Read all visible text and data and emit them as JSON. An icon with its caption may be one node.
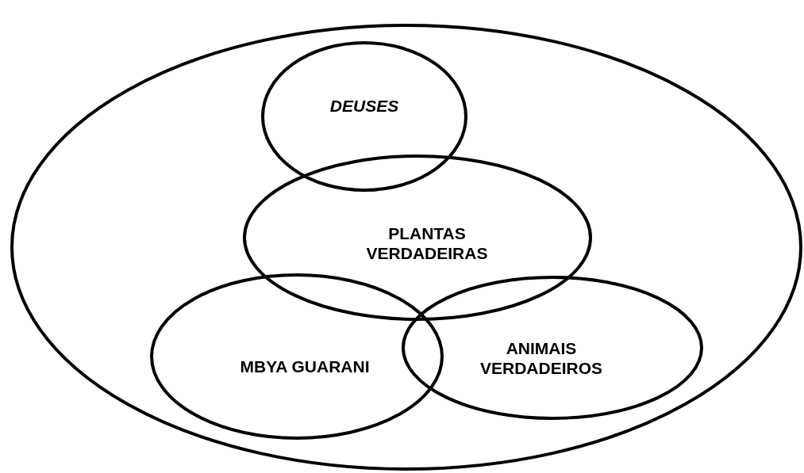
{
  "diagram": {
    "nodes": [
      {
        "text": [],
        "shape": "ellipse"
      },
      {
        "text": [
          "DEUSES"
        ],
        "in": 0
      },
      {
        "text": [
          "PLANTAS VERDADEIRAS"
        ],
        "in": 0
      },
      {
        "text": [
          "MBYA GUARANI"
        ],
        "in": 0
      },
      {
        "text": [
          "ANIMAIS VERDADEIROS"
        ],
        "in": 0
      }
    ]
  }
}
